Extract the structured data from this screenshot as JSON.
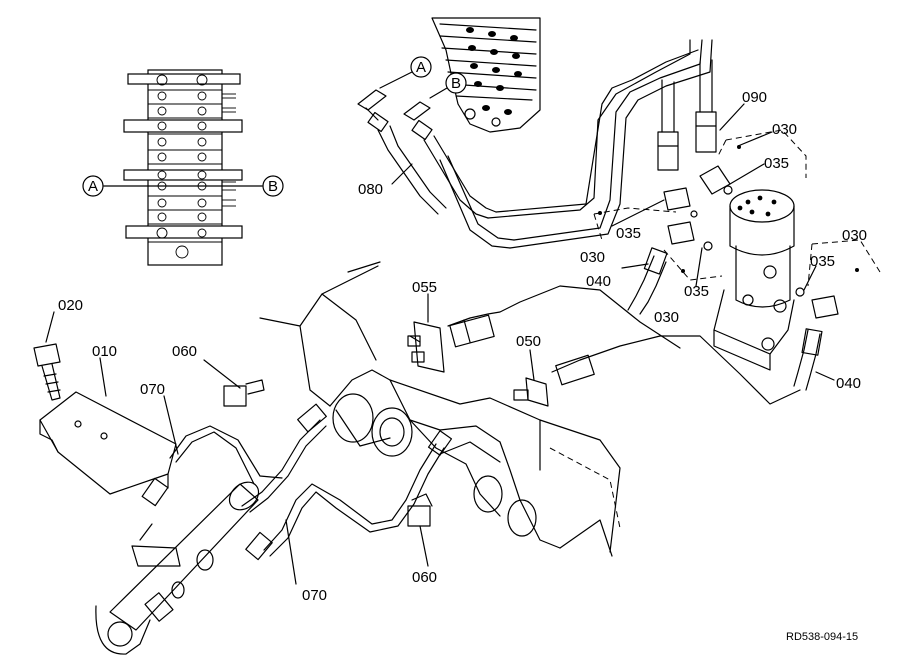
{
  "diagram": {
    "drawing_code": "RD538-094-15",
    "callouts": [
      {
        "id": "010",
        "label": "010"
      },
      {
        "id": "020",
        "label": "020"
      },
      {
        "id": "030a",
        "label": "030"
      },
      {
        "id": "030b",
        "label": "030"
      },
      {
        "id": "030c",
        "label": "030"
      },
      {
        "id": "030d",
        "label": "030"
      },
      {
        "id": "035a",
        "label": "035"
      },
      {
        "id": "035b",
        "label": "035"
      },
      {
        "id": "035c",
        "label": "035"
      },
      {
        "id": "035d",
        "label": "035"
      },
      {
        "id": "040a",
        "label": "040"
      },
      {
        "id": "040b",
        "label": "040"
      },
      {
        "id": "050",
        "label": "050"
      },
      {
        "id": "055",
        "label": "055"
      },
      {
        "id": "060a",
        "label": "060"
      },
      {
        "id": "060b",
        "label": "060"
      },
      {
        "id": "070a",
        "label": "070"
      },
      {
        "id": "070b",
        "label": "070"
      },
      {
        "id": "080",
        "label": "080"
      },
      {
        "id": "090",
        "label": "090"
      }
    ],
    "port_refs": {
      "a": "A",
      "b": "B"
    }
  }
}
